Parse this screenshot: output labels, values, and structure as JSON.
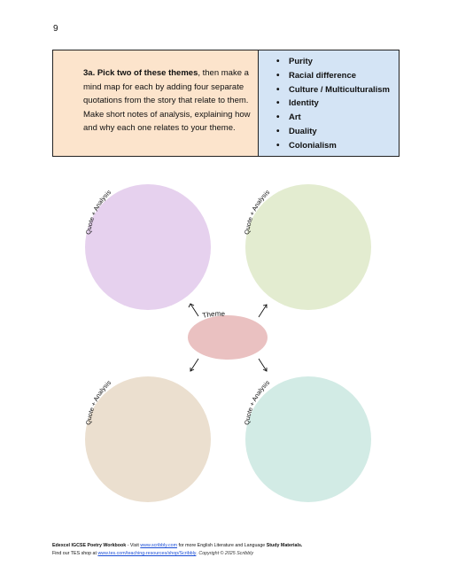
{
  "page": {
    "number": "9"
  },
  "task": {
    "bold_intro": "3a. Pick two of these themes",
    "text": ", then make a mind map for each by adding four separate quotations from the story that relate to them. Make short notes of analysis, explaining how and why each one relates to your theme."
  },
  "themes": [
    "Purity",
    "Racial difference",
    "Culture / Multiculturalism",
    "Identity",
    "Art",
    "Duality",
    "Colonialism"
  ],
  "mindmap": {
    "center_label": "Theme",
    "circle_label": "Quote + Analysis",
    "colors": {
      "top_left": "#e6d1ee",
      "top_right": "#e3ecd0",
      "bottom_left": "#ebdfcf",
      "bottom_right": "#d2ebe5",
      "center": "#eac1c1"
    }
  },
  "footer": {
    "line1_bold": "Edexcel IGCSE Poetry Workbook",
    "line1_visit": " - Visit ",
    "line1_link": "www.scribbly.com",
    "line1_mid": " for more English Literature and Language ",
    "line1_bold2": "Study Materials.",
    "line2_prefix": "Find our TES shop at ",
    "line2_link": "www.tes.com/teaching-resources/shop/Scribbly",
    "line2_suffix": ". Copyright © 2025 Scribbly"
  }
}
